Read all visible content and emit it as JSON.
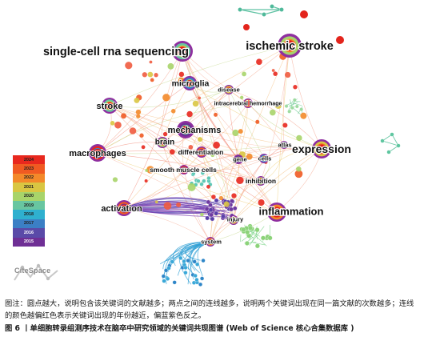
{
  "legend": [
    "2024",
    "2023",
    "2022",
    "2021",
    "2020",
    "2019",
    "2018",
    "2017",
    "2016",
    "2015"
  ],
  "legend_colors": [
    "#e8281e",
    "#f05a22",
    "#f3892a",
    "#d9c642",
    "#a8d46a",
    "#68c6a0",
    "#2fb0cf",
    "#3b7fc5",
    "#5a4aa8",
    "#6f2f95"
  ],
  "logo_text": "CiteSpace",
  "caption": {
    "note": "图注：圆点越大，说明包含该关键词的文献越多；两点之间的连线越多，说明两个关键词出现在同一篇文献的次数越多；连线的颜色越偏红色表示关键词出现的年份越近，偏蓝紫色反之。",
    "title": "图 6 丨单细胞转录组测序技术在脑卒中研究领域的关键词共现图谱 (Web of Science 核心合集数据库 )"
  },
  "keywords": [
    {
      "label": "single-cell rna sequencing",
      "size": "xl"
    },
    {
      "label": "ischemic stroke",
      "size": "xl"
    },
    {
      "label": "expression",
      "size": "xl"
    },
    {
      "label": "inflammation",
      "size": "xl"
    },
    {
      "label": "activation",
      "size": "l"
    },
    {
      "label": "macrophages",
      "size": "l"
    },
    {
      "label": "mechanisms",
      "size": "l"
    },
    {
      "label": "microglia",
      "size": "l"
    },
    {
      "label": "stroke",
      "size": "l"
    },
    {
      "label": "brain",
      "size": "m"
    },
    {
      "label": "disease",
      "size": "s"
    },
    {
      "label": "intracerebral hemorrhage",
      "size": "s"
    },
    {
      "label": "differentiation",
      "size": "s"
    },
    {
      "label": "smooth muscle cells",
      "size": "s"
    },
    {
      "label": "gene",
      "size": "s"
    },
    {
      "label": "cells",
      "size": "s"
    },
    {
      "label": "atlas",
      "size": "s"
    },
    {
      "label": "inhibition",
      "size": "s"
    },
    {
      "label": "injury",
      "size": "s"
    },
    {
      "label": "system",
      "size": "s"
    }
  ]
}
